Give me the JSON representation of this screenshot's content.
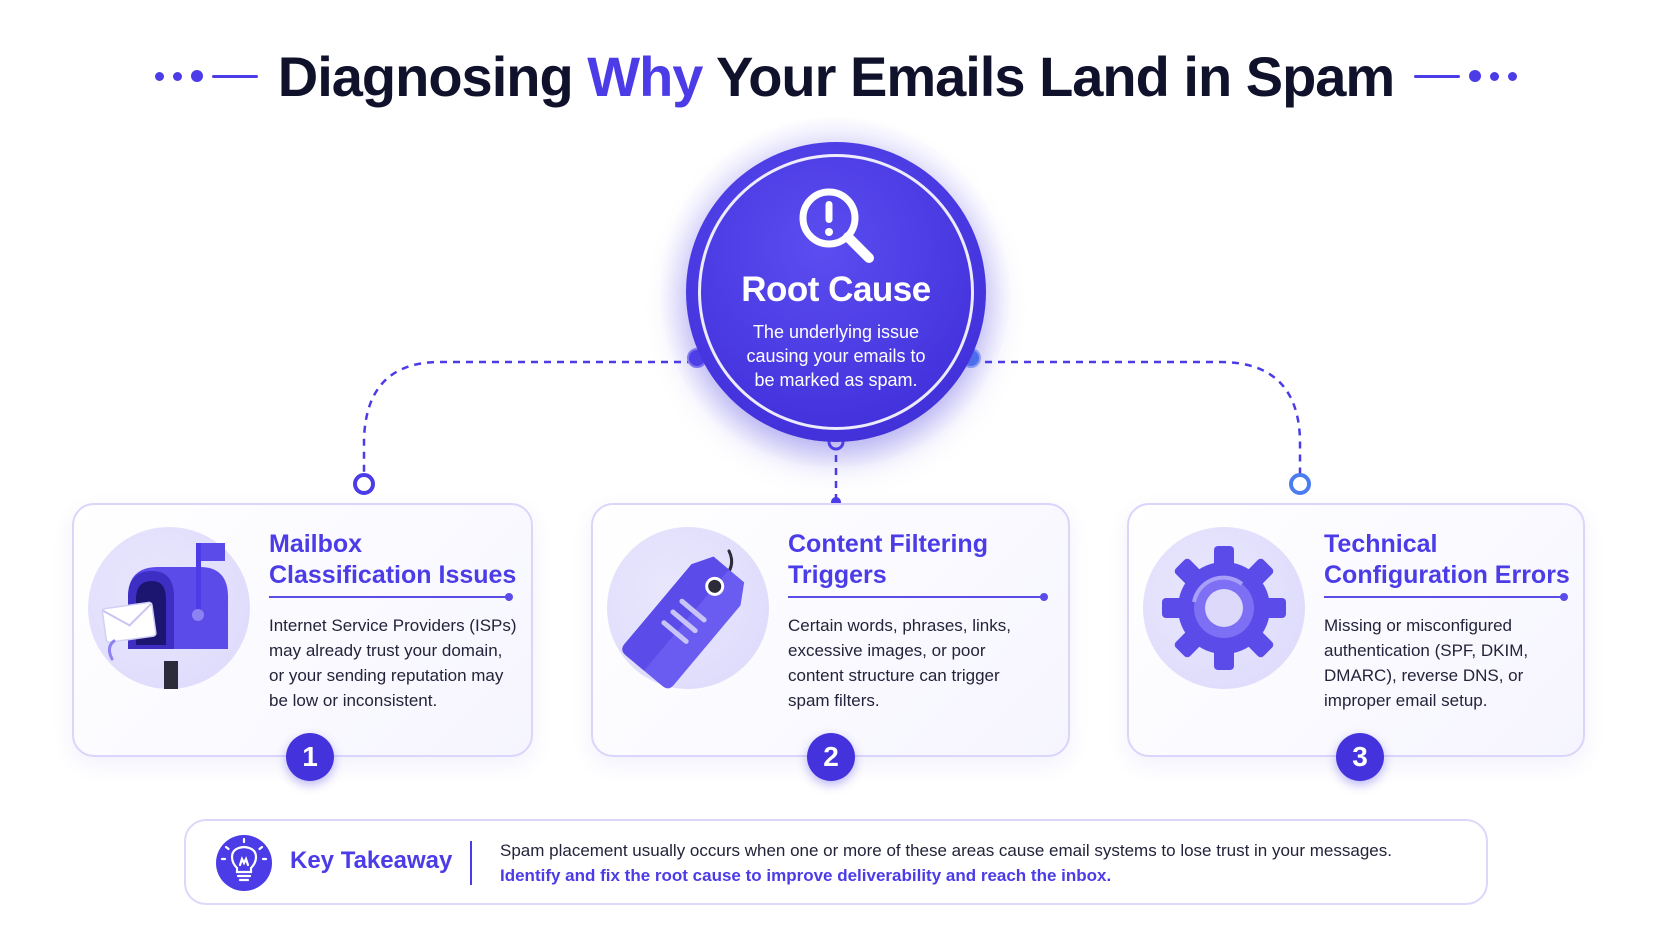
{
  "title": {
    "part1": "Diagnosing ",
    "accent": "Why",
    "part2": " Your Emails Land in Spam"
  },
  "root": {
    "icon": "magnifier-exclamation-icon",
    "title": "Root Cause",
    "description": "The underlying issue causing your emails to be marked as spam."
  },
  "cards": [
    {
      "icon": "mailbox-icon",
      "title": "Mailbox Classification Issues",
      "description": "Internet Service Providers (ISPs) may already trust your domain, or your sending reputation may be low or inconsistent.",
      "number": "1"
    },
    {
      "icon": "tag-icon",
      "title": "Content Filtering Triggers",
      "description": "Certain words, phrases, links, excessive images, or poor content structure can trigger spam filters.",
      "number": "2"
    },
    {
      "icon": "gear-icon",
      "title": "Technical Configuration Errors",
      "description": "Missing or misconfigured authentication (SPF, DKIM, DMARC), reverse DNS, or improper email setup.",
      "number": "3"
    }
  ],
  "takeaway": {
    "icon": "lightbulb-icon",
    "label": "Key Takeaway",
    "line1": "Spam placement usually occurs when one or more of these areas cause email systems to lose trust in your messages.",
    "line2": "Identify and fix the root cause to improve deliverability and reach the inbox."
  },
  "colors": {
    "accent": "#4b3ce8",
    "dark_text": "#10122b",
    "card_border": "#d9d5fb"
  }
}
